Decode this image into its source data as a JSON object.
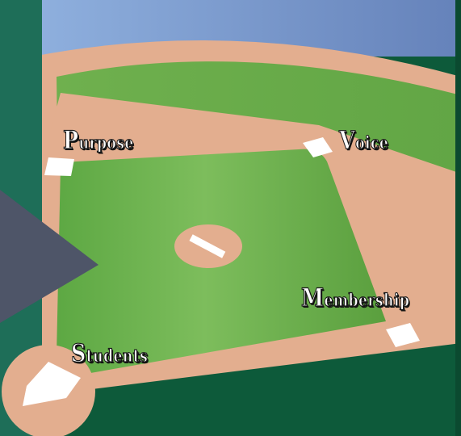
{
  "labels": {
    "purpose": "Purpose",
    "voice": "Voice",
    "membership": "Membership",
    "students": "Students"
  },
  "colors": {
    "sky": "#7a97c9",
    "outfield_green": "#6fb04e",
    "infield_dirt": "#e3ae8f",
    "infield_grass": "#6cae4e",
    "foul_dark": "#0d5a3a",
    "left_panel": "#1e6e58",
    "pointer": "#4e5568",
    "base": "#ffffff"
  }
}
